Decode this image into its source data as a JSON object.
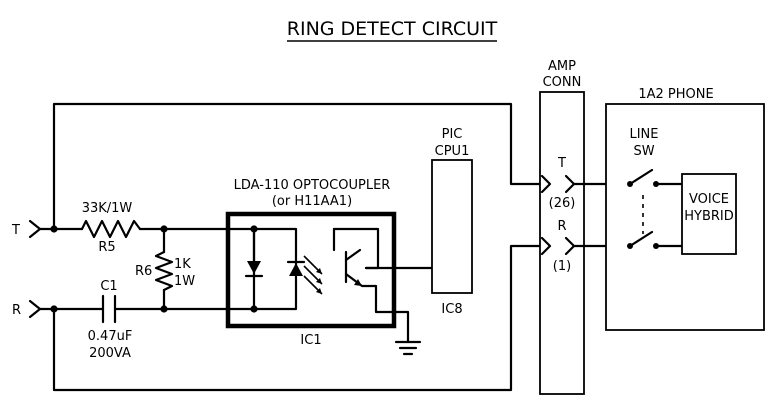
{
  "title": "RING DETECT CIRCUIT",
  "terminals": {
    "t": "T",
    "r": "R"
  },
  "r5": {
    "value": "33K/1W",
    "name": "R5"
  },
  "r6": {
    "name": "R6",
    "value1": "1K",
    "value2": "1W"
  },
  "c1": {
    "name": "C1",
    "value1": "0.47uF",
    "value2": "200VA"
  },
  "optocoupler": {
    "title": "LDA-110 OPTOCOUPLER",
    "alt": "(or H11AA1)",
    "ref": "IC1"
  },
  "pic": {
    "line1": "PIC",
    "line2": "CPU1",
    "ref": "IC8"
  },
  "amp": {
    "line1": "AMP",
    "line2": "CONN",
    "t_label": "T",
    "t_pin": "(26)",
    "r_label": "R",
    "r_pin": "(1)"
  },
  "phone": {
    "title": "1A2 PHONE",
    "switch_line1": "LINE",
    "switch_line2": "SW",
    "hybrid_line1": "VOICE",
    "hybrid_line2": "HYBRID"
  }
}
